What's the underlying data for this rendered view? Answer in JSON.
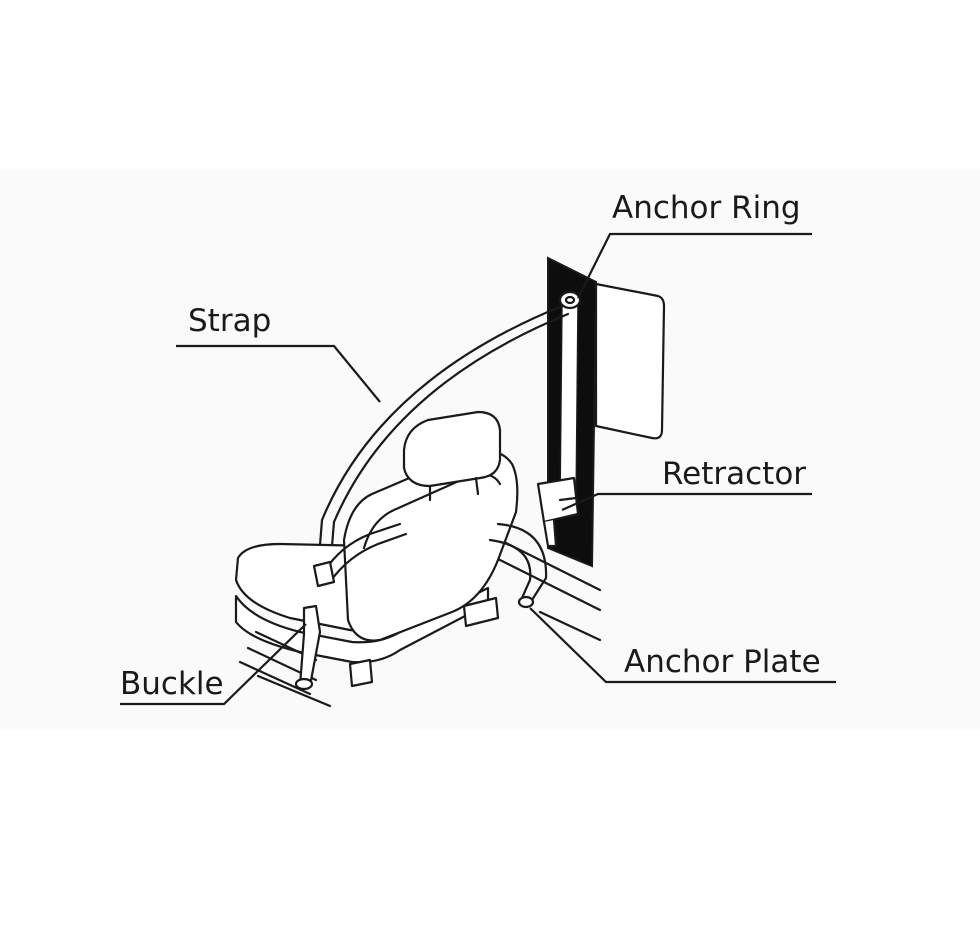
{
  "labels": {
    "anchor_ring": "Anchor Ring",
    "strap": "Strap",
    "retractor": "Retractor",
    "buckle": "Buckle",
    "anchor_plate": "Anchor Plate"
  },
  "colors": {
    "background": "#ffffff",
    "ink": "#1a1a1a",
    "pillar_fill": "#0d0d0d"
  }
}
